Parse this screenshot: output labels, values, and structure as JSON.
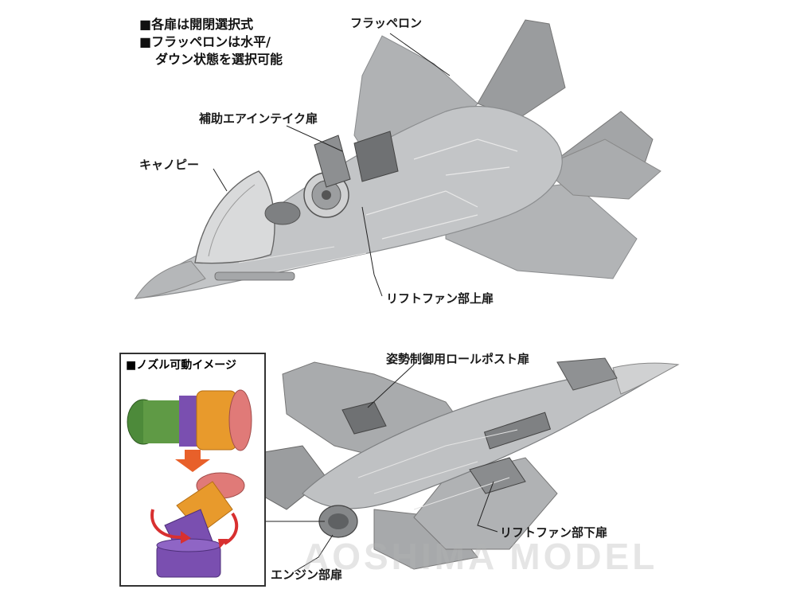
{
  "notes": {
    "line1": "■各扉は開閉選択式",
    "line2": "■フラッペロンは水平/",
    "line3": "ダウン状態を選択可能"
  },
  "labels": {
    "flaperon": "フラッペロン",
    "aux_intake_door": "補助エアインテイク扉",
    "canopy": "キャノピー",
    "lift_fan_upper_door": "リフトファン部上扉",
    "roll_post_door": "姿勢制御用ロールポスト扉",
    "lift_fan_lower_door": "リフトファン部下扉",
    "engine_door": "エンジン部扉"
  },
  "inset": {
    "title": "■ノズル可動イメージ"
  },
  "watermark": "AOSHIMA MODEL",
  "colors": {
    "aircraft_gray": "#b9bbbd",
    "panel_line": "#e6e6e6",
    "nozzle_orange": "#e89a2c",
    "nozzle_purple": "#7a4fb0",
    "nozzle_green": "#4d8a3a",
    "nozzle_pink": "#e07a78",
    "arrow_orange": "#e8602a",
    "arrow_red": "#d83030"
  }
}
